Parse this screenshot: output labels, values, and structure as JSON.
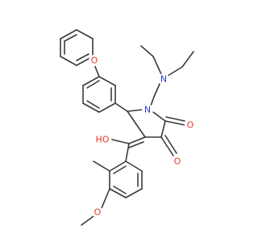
{
  "structure": {
    "atom_labels": {
      "phenoxy_o": "O",
      "amine_n": "N",
      "ring_n": "N",
      "hydroxyl": "HO",
      "lactam_o": "O",
      "ketone_o": "O",
      "methoxy_o": "O"
    },
    "colors": {
      "bond": "#3a3a3a",
      "oxygen": "#e8392b",
      "nitrogen": "#2b3ad6",
      "background": "#ffffff"
    }
  }
}
